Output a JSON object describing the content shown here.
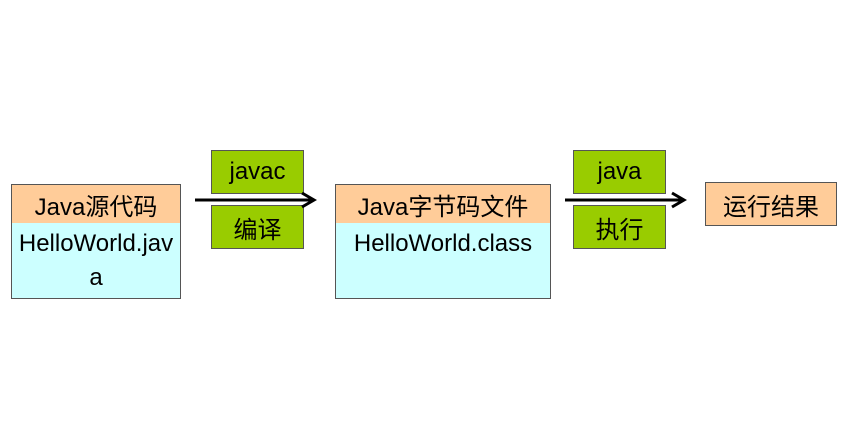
{
  "source": {
    "title": "Java源代码",
    "file": "HelloWorld.java"
  },
  "compile": {
    "command": "javac",
    "label": "编译"
  },
  "bytecode": {
    "title": "Java字节码文件",
    "file": "HelloWorld.class"
  },
  "run": {
    "command": "java",
    "label": "执行"
  },
  "result": {
    "title": "运行结果"
  },
  "colors": {
    "header": "#FFCC99",
    "body": "#CCFFFF",
    "step": "#99CC00"
  }
}
